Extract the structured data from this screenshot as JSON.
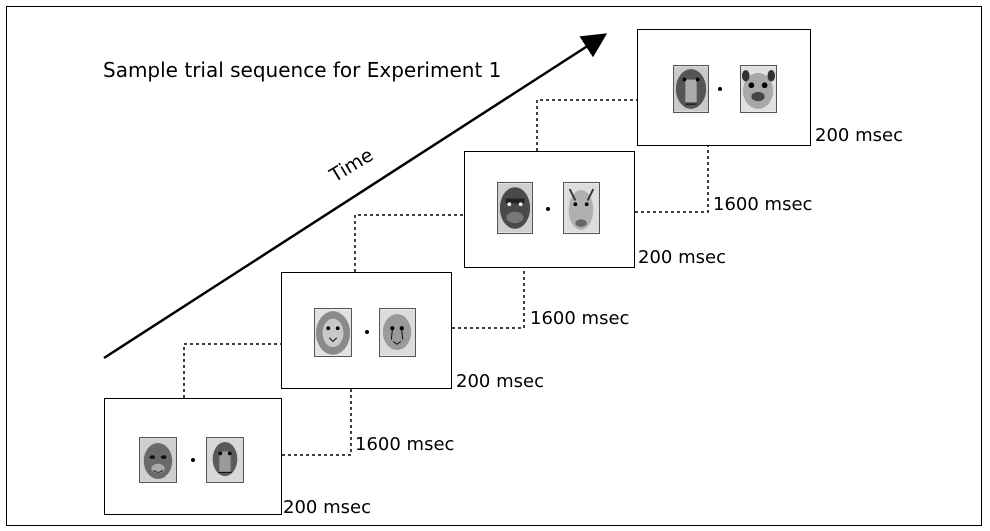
{
  "title": "Sample trial sequence for Experiment 1",
  "time_axis_label": "Time",
  "screens": [
    {
      "faces": [
        "monkey-face",
        "baboon-face"
      ],
      "stimulus_duration": "200 msec",
      "isi_duration": "1600 msec"
    },
    {
      "faces": [
        "lion-face",
        "cheetah-face"
      ],
      "stimulus_duration": "200 msec",
      "isi_duration": "1600 msec"
    },
    {
      "faces": [
        "gorilla-face",
        "goat-face"
      ],
      "stimulus_duration": "200 msec",
      "isi_duration": "1600 msec"
    },
    {
      "faces": [
        "mandrill-face",
        "pug-face"
      ],
      "stimulus_duration": "200 msec"
    }
  ],
  "colors": {
    "line": "#000000",
    "background": "#ffffff"
  }
}
